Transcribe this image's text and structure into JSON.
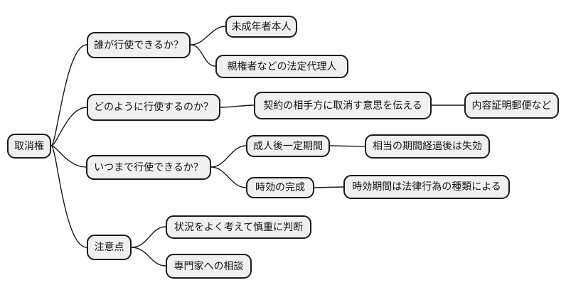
{
  "mindmap": {
    "root": {
      "label": "取消権"
    },
    "branches": [
      {
        "label": "誰が行使できるか？",
        "children": [
          {
            "label": "未成年者本人"
          },
          {
            "label": "親権者などの法定代理人"
          }
        ]
      },
      {
        "label": "どのように行使するのか？",
        "children": [
          {
            "label": "契約の相手方に取消す意思を伝える",
            "children": [
              {
                "label": "内容証明郵便など"
              }
            ]
          }
        ]
      },
      {
        "label": "いつまで行使できるか？",
        "children": [
          {
            "label": "成人後一定期間",
            "children": [
              {
                "label": "相当の期間経過後は失効"
              }
            ]
          },
          {
            "label": "時効の完成",
            "children": [
              {
                "label": "時効期間は法律行為の種類による"
              }
            ]
          }
        ]
      },
      {
        "label": "注意点",
        "children": [
          {
            "label": "状況をよく考えて慎重に判断"
          },
          {
            "label": "専門家への相談"
          }
        ]
      }
    ],
    "colors": {
      "node_fill": "#f0f0f0",
      "node_border": "#1a1a1a",
      "connector": "#1a1a1a",
      "text": "#111111",
      "background": "#ffffff"
    }
  }
}
